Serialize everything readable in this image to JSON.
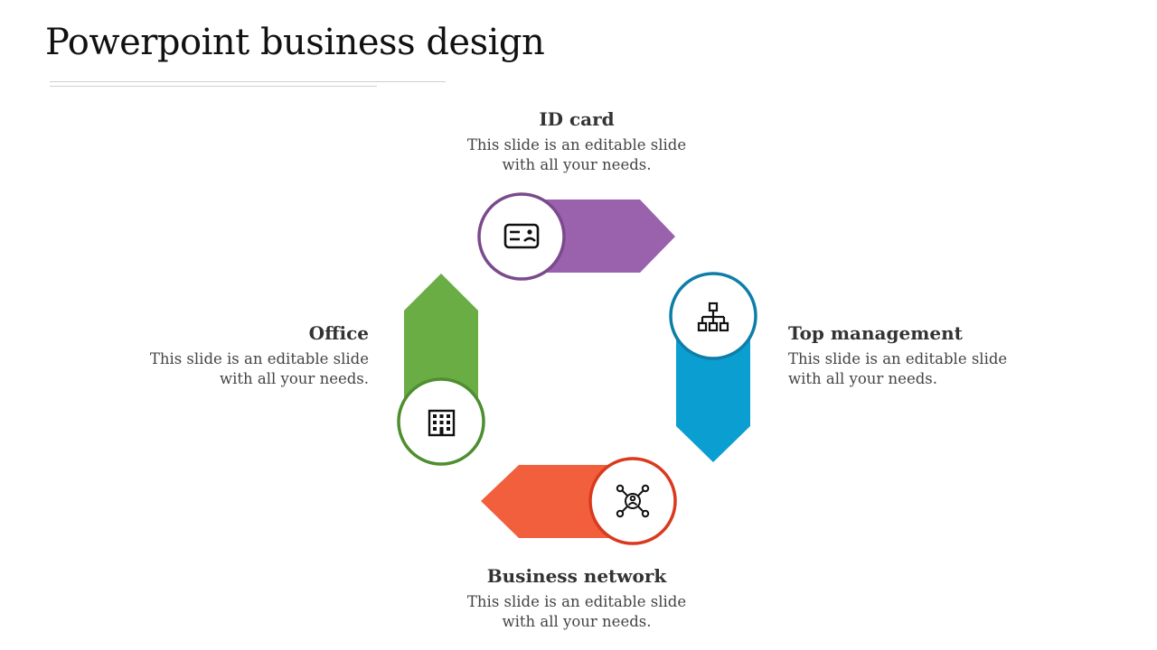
{
  "title": "Powerpoint business design",
  "colors": {
    "purple": "#9A62AD",
    "purple_ring": "#7A4A8C",
    "blue": "#0A9FD0",
    "blue_ring": "#0E7EA8",
    "orange": "#F25F3C",
    "orange_ring": "#D93A1E",
    "green": "#6AAD45",
    "green_ring": "#4E8E30"
  },
  "items": [
    {
      "heading": "ID card",
      "text_line1": "This slide is an editable slide",
      "text_line2": "with all your needs.",
      "icon": "id-card-icon"
    },
    {
      "heading": "Top management",
      "text_line1": "This slide is an editable slide",
      "text_line2": "with all your needs.",
      "icon": "hierarchy-icon"
    },
    {
      "heading": "Business network",
      "text_line1": "This slide is an editable slide",
      "text_line2": "with all your needs.",
      "icon": "network-icon"
    },
    {
      "heading": "Office",
      "text_line1": "This slide is an editable slide",
      "text_line2": "with all your needs.",
      "icon": "building-icon"
    }
  ]
}
